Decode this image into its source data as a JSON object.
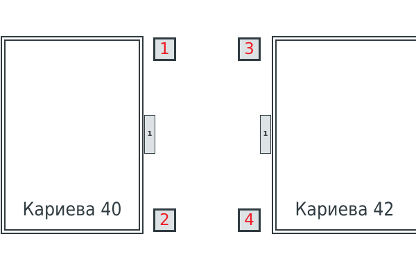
{
  "buildings": [
    {
      "label": "Кариева 40"
    },
    {
      "label": "Кариева 42"
    }
  ],
  "markers": [
    "1",
    "2",
    "3",
    "4"
  ],
  "entrances": [
    "1",
    "1"
  ],
  "colors": {
    "outline": "#2f3b40",
    "marker_fill": "#dde3e5",
    "marker_text": "#ee1c25",
    "background": "#ffffff"
  }
}
